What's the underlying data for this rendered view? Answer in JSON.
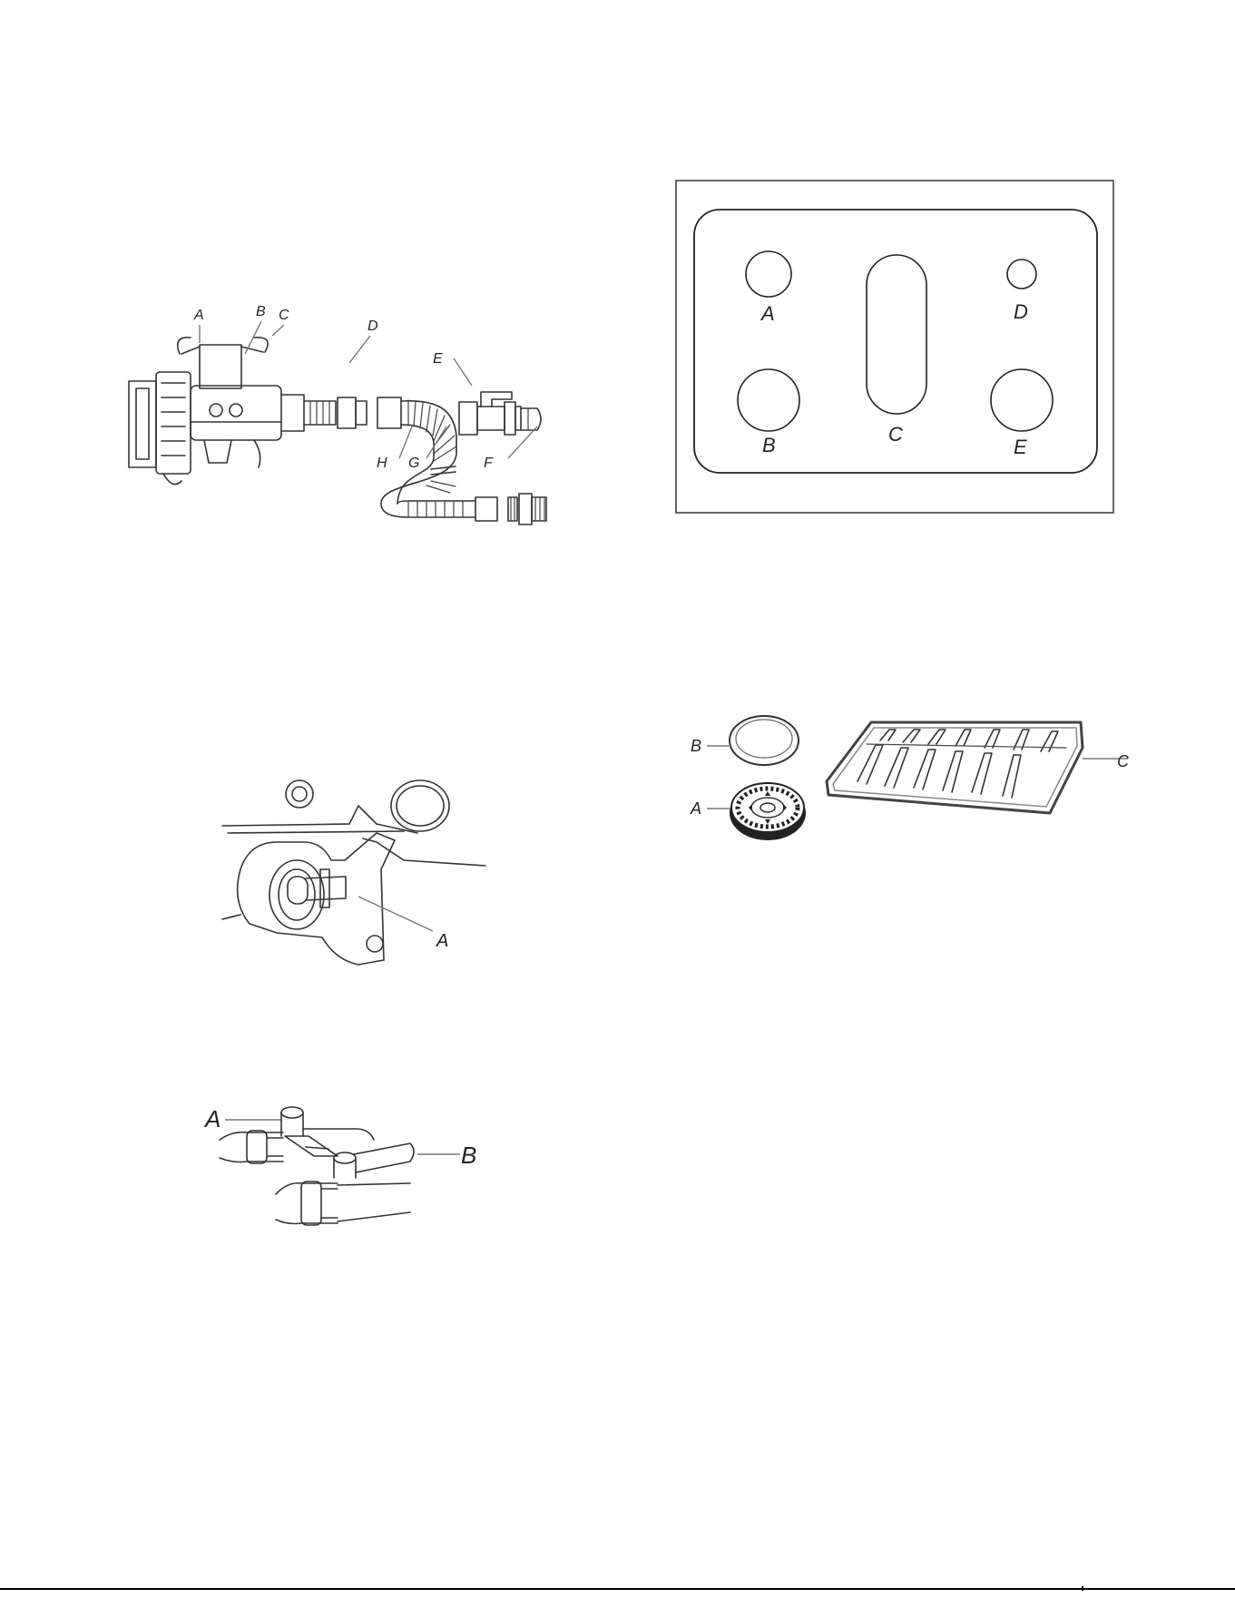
{
  "figures": {
    "gas_connection": {
      "labels": {
        "a": "A",
        "b": "B",
        "c": "C",
        "d": "D",
        "e": "E",
        "f": "F",
        "g": "G",
        "h": "H"
      }
    },
    "cooktop_layout": {
      "labels": {
        "a": "A",
        "b": "B",
        "c": "C",
        "d": "D",
        "e": "E"
      }
    },
    "grate_and_burner": {
      "labels": {
        "a": "A",
        "b": "B",
        "c": "C"
      }
    },
    "regulator_lever": {
      "labels": {
        "a": "A"
      }
    },
    "shutoff_valves": {
      "labels": {
        "a": "A",
        "b": "B"
      }
    }
  }
}
